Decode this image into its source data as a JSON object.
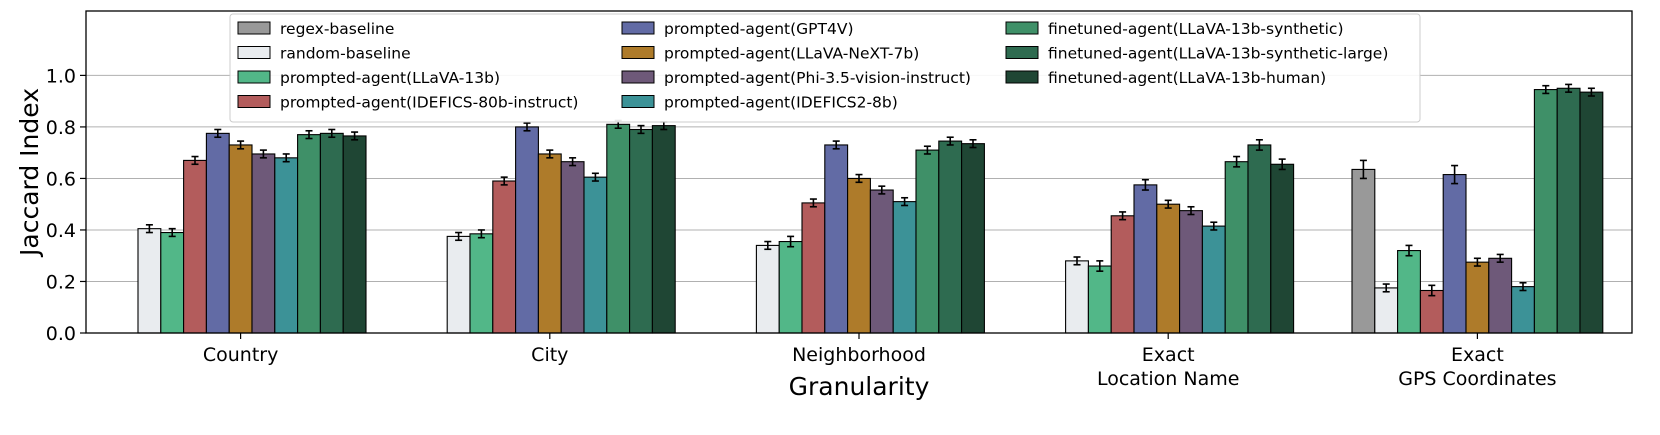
{
  "chart_data": {
    "type": "bar",
    "title": "",
    "xlabel": "Granularity",
    "ylabel": "Jaccard Index",
    "ylim": [
      0,
      1.25
    ],
    "yticks": [
      0.0,
      0.2,
      0.4,
      0.6,
      0.8,
      1.0
    ],
    "ytick_labels": [
      "0.0",
      "0.2",
      "0.4",
      "0.6",
      "0.8",
      "1.0"
    ],
    "grid": "horizontal",
    "legend_position": "top-center",
    "categories": [
      [
        "Country"
      ],
      [
        "City"
      ],
      [
        "Neighborhood"
      ],
      [
        "Exact",
        "Location Name"
      ],
      [
        "Exact",
        "GPS Coordinates"
      ]
    ],
    "series": [
      {
        "name": "regex-baseline",
        "color": "#999999",
        "values": [
          0.0,
          0.0,
          0.0,
          0.0,
          0.635
        ],
        "errors": [
          0.0,
          0.0,
          0.0,
          0.0,
          0.035
        ]
      },
      {
        "name": "random-baseline",
        "color": "#e9ecef",
        "values": [
          0.405,
          0.375,
          0.34,
          0.28,
          0.175
        ],
        "errors": [
          0.015,
          0.015,
          0.015,
          0.015,
          0.015
        ]
      },
      {
        "name": "prompted-agent(LLaVA-13b)",
        "color": "#52b788",
        "values": [
          0.39,
          0.385,
          0.355,
          0.26,
          0.32
        ],
        "errors": [
          0.015,
          0.015,
          0.02,
          0.02,
          0.02
        ]
      },
      {
        "name": "prompted-agent(IDEFICS-80b-instruct)",
        "color": "#b35c5c",
        "values": [
          0.67,
          0.59,
          0.505,
          0.455,
          0.165
        ],
        "errors": [
          0.015,
          0.015,
          0.015,
          0.015,
          0.02
        ]
      },
      {
        "name": "prompted-agent(GPT4V)",
        "color": "#626ba5",
        "values": [
          0.775,
          0.8,
          0.73,
          0.575,
          0.615
        ],
        "errors": [
          0.015,
          0.015,
          0.015,
          0.02,
          0.035
        ]
      },
      {
        "name": "prompted-agent(LLaVA-NeXT-7b)",
        "color": "#ae7b2a",
        "values": [
          0.73,
          0.695,
          0.6,
          0.5,
          0.275
        ],
        "errors": [
          0.015,
          0.015,
          0.015,
          0.015,
          0.015
        ]
      },
      {
        "name": "prompted-agent(Phi-3.5-vision-instruct)",
        "color": "#6e5979",
        "values": [
          0.695,
          0.665,
          0.555,
          0.475,
          0.29
        ],
        "errors": [
          0.015,
          0.015,
          0.015,
          0.015,
          0.015
        ]
      },
      {
        "name": "prompted-agent(IDEFICS2-8b)",
        "color": "#3c9297",
        "values": [
          0.68,
          0.605,
          0.51,
          0.415,
          0.18
        ],
        "errors": [
          0.015,
          0.015,
          0.015,
          0.015,
          0.015
        ]
      },
      {
        "name": "finetuned-agent(LLaVA-13b-synthetic)",
        "color": "#3f9068",
        "values": [
          0.77,
          0.81,
          0.71,
          0.665,
          0.945
        ],
        "errors": [
          0.015,
          0.015,
          0.015,
          0.02,
          0.015
        ]
      },
      {
        "name": "finetuned-agent(LLaVA-13b-synthetic-large)",
        "color": "#2e6b50",
        "values": [
          0.775,
          0.79,
          0.745,
          0.73,
          0.95
        ],
        "errors": [
          0.015,
          0.015,
          0.015,
          0.02,
          0.015
        ]
      },
      {
        "name": "finetuned-agent(LLaVA-13b-human)",
        "color": "#1f4634",
        "values": [
          0.765,
          0.805,
          0.735,
          0.655,
          0.935
        ],
        "errors": [
          0.015,
          0.015,
          0.015,
          0.02,
          0.015
        ]
      }
    ]
  }
}
